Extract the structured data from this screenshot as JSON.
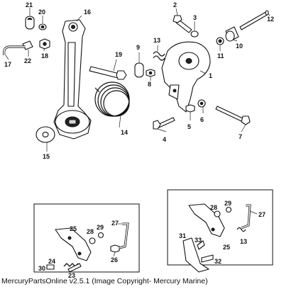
{
  "callouts": {
    "c1": "1",
    "c2": "2",
    "c3": "3",
    "c4": "4",
    "c5": "5",
    "c6": "6",
    "c7": "7",
    "c8": "8",
    "c9": "9",
    "c10": "10",
    "c11": "11",
    "c12": "12",
    "c13": "13",
    "c14": "14",
    "c15": "15",
    "c16": "16",
    "c17": "17",
    "c18": "18",
    "c19": "19",
    "c20": "20",
    "c21": "21",
    "c22": "22"
  },
  "inset_left": {
    "c23": "23",
    "c24": "24",
    "c25": "25",
    "c26": "26",
    "c27": "27",
    "c28": "28",
    "c29": "29",
    "c30": "30"
  },
  "inset_right": {
    "c13": "13",
    "c25": "25",
    "c27": "27",
    "c28": "28",
    "c29": "29",
    "c31": "31",
    "c32": "32",
    "c33": "33"
  },
  "footer": "MercuryPartsOnline v2.5.1 (Image Copyright- Mercury Marine)"
}
